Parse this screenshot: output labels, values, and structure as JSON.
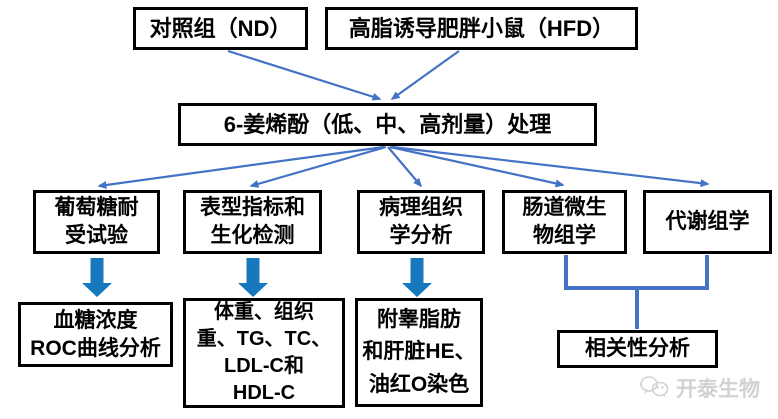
{
  "diagram": {
    "title": "experiment-design-flowchart",
    "nodes": {
      "control_group": "对照组（ND）",
      "hfd_group": "高脂诱导肥胖小鼠（HFD）",
      "treatment": "6-姜烯酚（低、中、高剂量）处理",
      "glucose_tolerance": "葡萄糖耐\n受试验",
      "phenotype_biochem": "表型指标和\n生化检测",
      "histopathology": "病理组织\n学分析",
      "gut_microbiome": "肠道微生\n物组学",
      "metabolomics": "代谢组学",
      "glucose_roc": "血糖浓度\nROC曲线分析",
      "body_weight_lipids": "体重、组织\n重、TG、TC、\nLDL-C和\nHDL-C",
      "he_oilred_staining": "附睾脂肪\n和肝脏HE、\n油红O染色",
      "correlation_analysis": "相关性分析"
    },
    "colors": {
      "thin_arrow": "#4472c4",
      "block_arrow": "#1878be",
      "box_border": "#000000",
      "box_fill": "#ffffff"
    }
  },
  "watermark": {
    "label": "开泰生物",
    "icon": "wechat-bubbles-icon",
    "color": "#d2d2d2"
  }
}
